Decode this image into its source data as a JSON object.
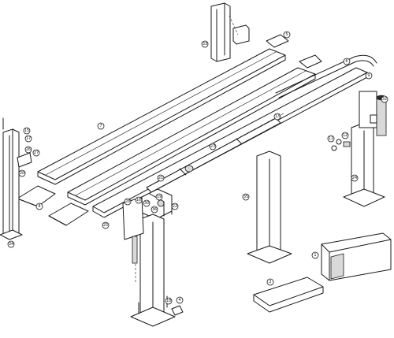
{
  "colors": {
    "line": "#1a1a1a",
    "paper": "#ffffff",
    "shade": "#d9d9d9"
  },
  "callouts": [
    {
      "label": "1"
    },
    {
      "label": "2"
    },
    {
      "label": "4"
    },
    {
      "label": "5"
    },
    {
      "label": "6"
    },
    {
      "label": "7"
    },
    {
      "label": "8"
    },
    {
      "label": "9"
    },
    {
      "label": "11"
    },
    {
      "label": "12"
    },
    {
      "label": "13"
    },
    {
      "label": "15"
    },
    {
      "label": "16"
    },
    {
      "label": "17"
    },
    {
      "label": "18"
    },
    {
      "label": "19"
    },
    {
      "label": "20"
    },
    {
      "label": "21"
    },
    {
      "label": "22"
    },
    {
      "label": "23"
    },
    {
      "label": "24"
    },
    {
      "label": "25"
    },
    {
      "label": "26"
    },
    {
      "label": "27"
    },
    {
      "label": "28"
    },
    {
      "label": "30"
    },
    {
      "label": "32"
    },
    {
      "label": "33"
    },
    {
      "label": "34"
    },
    {
      "label": "35"
    },
    {
      "label": "36"
    }
  ]
}
